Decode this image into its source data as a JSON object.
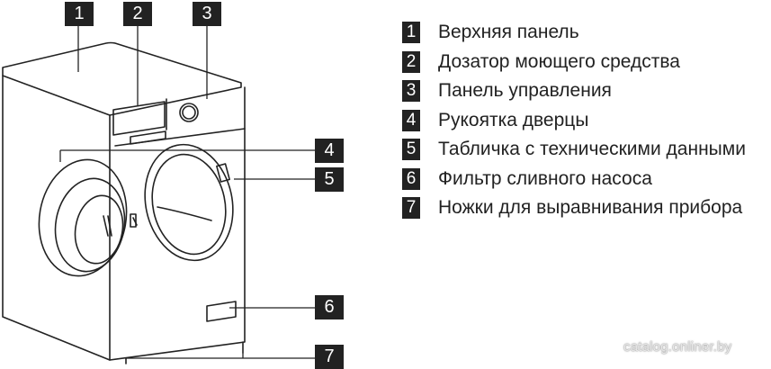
{
  "callouts": [
    {
      "number": "1"
    },
    {
      "number": "2"
    },
    {
      "number": "3"
    },
    {
      "number": "4"
    },
    {
      "number": "5"
    },
    {
      "number": "6"
    },
    {
      "number": "7"
    }
  ],
  "legend": [
    {
      "number": "1",
      "label": "Верхняя панель"
    },
    {
      "number": "2",
      "label": "Дозатор моющего средства"
    },
    {
      "number": "3",
      "label": "Панель управления"
    },
    {
      "number": "4",
      "label": "Рукоятка дверцы"
    },
    {
      "number": "5",
      "label": "Табличка с техническими данными"
    },
    {
      "number": "6",
      "label": "Фильтр сливного насоса"
    },
    {
      "number": "7",
      "label": "Ножки для выравнивания прибора"
    }
  ],
  "watermark": "catalog.onliner.by",
  "colors": {
    "label_box": "#222222",
    "line": "#222222",
    "text": "#222222"
  }
}
